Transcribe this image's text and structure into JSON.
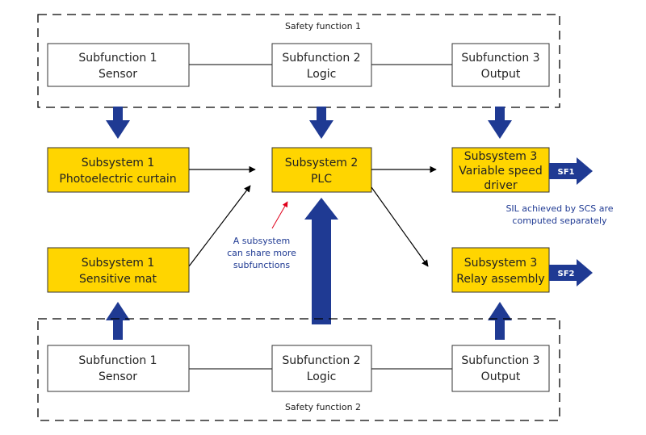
{
  "colors": {
    "subsystem_fill": "#FFD500",
    "subsystem_stroke": "#333333",
    "subfunction_fill": "#FFFFFF",
    "big_arrow": "#1F3A93",
    "note_text": "#1F3A93",
    "red_arrow": "#E0001B",
    "line": "#000000"
  },
  "safety_function_1": {
    "title": "Safety function 1",
    "subfunctions": [
      {
        "line1": "Subfunction 1",
        "line2": "Sensor"
      },
      {
        "line1": "Subfunction 2",
        "line2": "Logic"
      },
      {
        "line1": "Subfunction 3",
        "line2": "Output"
      }
    ]
  },
  "safety_function_2": {
    "title": "Safety function 2",
    "subfunctions": [
      {
        "line1": "Subfunction  1",
        "line2": "Sensor"
      },
      {
        "line1": "Subfunction 2",
        "line2": "Logic"
      },
      {
        "line1": "Subfunction 3",
        "line2": "Output"
      }
    ]
  },
  "subsystems": {
    "photoelectric": {
      "line1": "Subsystem 1",
      "line2": "Photoelectric curtain"
    },
    "plc": {
      "line1": "Subsystem 2",
      "line2": "PLC"
    },
    "vsd": {
      "line1": "Subsystem 3",
      "line2": "Variable speed",
      "line3": "driver"
    },
    "mat": {
      "line1": "Subsystem 1",
      "line2": "Sensitive mat"
    },
    "relay": {
      "line1": "Subsystem 3",
      "line2": "Relay assembly"
    }
  },
  "outputs": {
    "sf1": "SF1",
    "sf2": "SF2"
  },
  "notes": {
    "sil": {
      "line1": "SIL achieved by SCS are",
      "line2": "computed separately"
    },
    "share": {
      "line1": "A subsystem",
      "line2": "can share more",
      "line3": "subfunctions"
    }
  }
}
